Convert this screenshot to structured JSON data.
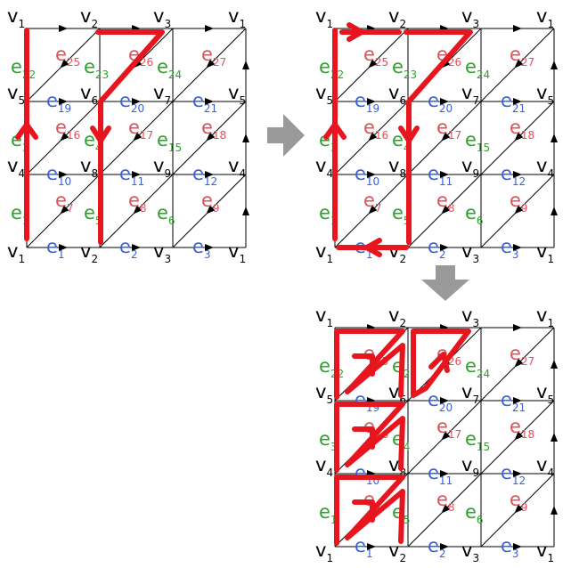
{
  "colors": {
    "edge_label_green": "#2aa52a",
    "edge_label_red": "#e0525a",
    "edge_label_blue": "#3b62d6",
    "path_red": "#e8141e",
    "grid": "#000000",
    "process_arrow": "#9a9a9a"
  },
  "panels": [
    {
      "id": "panel-initial",
      "vertices": {
        "top": [
          {
            "base": "v",
            "sub": "1"
          },
          {
            "base": "v",
            "sub": "2"
          },
          {
            "base": "v",
            "sub": "3"
          },
          {
            "base": "v",
            "sub": "1"
          }
        ],
        "row5": [
          {
            "base": "v",
            "sub": "5"
          },
          {
            "base": "v",
            "sub": "6"
          },
          {
            "base": "v",
            "sub": "7"
          },
          {
            "base": "v",
            "sub": "5"
          }
        ],
        "row4": [
          {
            "base": "v",
            "sub": "4"
          },
          {
            "base": "v",
            "sub": "8"
          },
          {
            "base": "v",
            "sub": "9"
          },
          {
            "base": "v",
            "sub": "4"
          }
        ],
        "bottom": [
          {
            "base": "v",
            "sub": "1"
          },
          {
            "base": "v",
            "sub": "2"
          },
          {
            "base": "v",
            "sub": "3"
          },
          {
            "base": "v",
            "sub": "1"
          }
        ]
      }
    },
    {
      "id": "panel-middle",
      "vertices": {
        "top": [
          {
            "base": "v",
            "sub": "1"
          },
          {
            "base": "v",
            "sub": "2"
          },
          {
            "base": "v",
            "sub": "3"
          },
          {
            "base": "v",
            "sub": "1"
          }
        ],
        "row5": [
          {
            "base": "v",
            "sub": "5"
          },
          {
            "base": "v",
            "sub": "6"
          },
          {
            "base": "v",
            "sub": "7"
          },
          {
            "base": "v",
            "sub": "5"
          }
        ],
        "row4": [
          {
            "base": "v",
            "sub": "4"
          },
          {
            "base": "v",
            "sub": "8"
          },
          {
            "base": "v",
            "sub": "9"
          },
          {
            "base": "v",
            "sub": "4"
          }
        ],
        "bottom": [
          {
            "base": "v",
            "sub": "1"
          },
          {
            "base": "v",
            "sub": "2"
          },
          {
            "base": "v",
            "sub": "3"
          },
          {
            "base": "v",
            "sub": "1"
          }
        ]
      }
    },
    {
      "id": "panel-final",
      "vertices": {
        "top": [
          {
            "base": "v",
            "sub": "1"
          },
          {
            "base": "v",
            "sub": "2"
          },
          {
            "base": "v",
            "sub": "3"
          },
          {
            "base": "v",
            "sub": "1"
          }
        ],
        "row5": [
          {
            "base": "v",
            "sub": "5"
          },
          {
            "base": "v",
            "sub": "6"
          },
          {
            "base": "v",
            "sub": "7"
          },
          {
            "base": "v",
            "sub": "5"
          }
        ],
        "row4": [
          {
            "base": "v",
            "sub": "4"
          },
          {
            "base": "v",
            "sub": "8"
          },
          {
            "base": "v",
            "sub": "9"
          },
          {
            "base": "v",
            "sub": "4"
          }
        ],
        "bottom": [
          {
            "base": "v",
            "sub": "1"
          },
          {
            "base": "v",
            "sub": "2"
          },
          {
            "base": "v",
            "sub": "3"
          },
          {
            "base": "v",
            "sub": "1"
          }
        ]
      }
    }
  ],
  "edge_labels": {
    "green": [
      "e",
      "22",
      "23",
      "24",
      "3",
      "4",
      "15",
      "1",
      "5",
      "6"
    ],
    "red": [
      "e",
      "25",
      "26",
      "27",
      "16",
      "17",
      "18",
      "7",
      "8",
      "9"
    ],
    "blue_mid": [
      "e",
      "19",
      "20",
      "21"
    ],
    "blue_low": [
      "e",
      "10",
      "11",
      "12"
    ],
    "blue_bottom": [
      "e",
      "1",
      "2",
      "3"
    ]
  }
}
